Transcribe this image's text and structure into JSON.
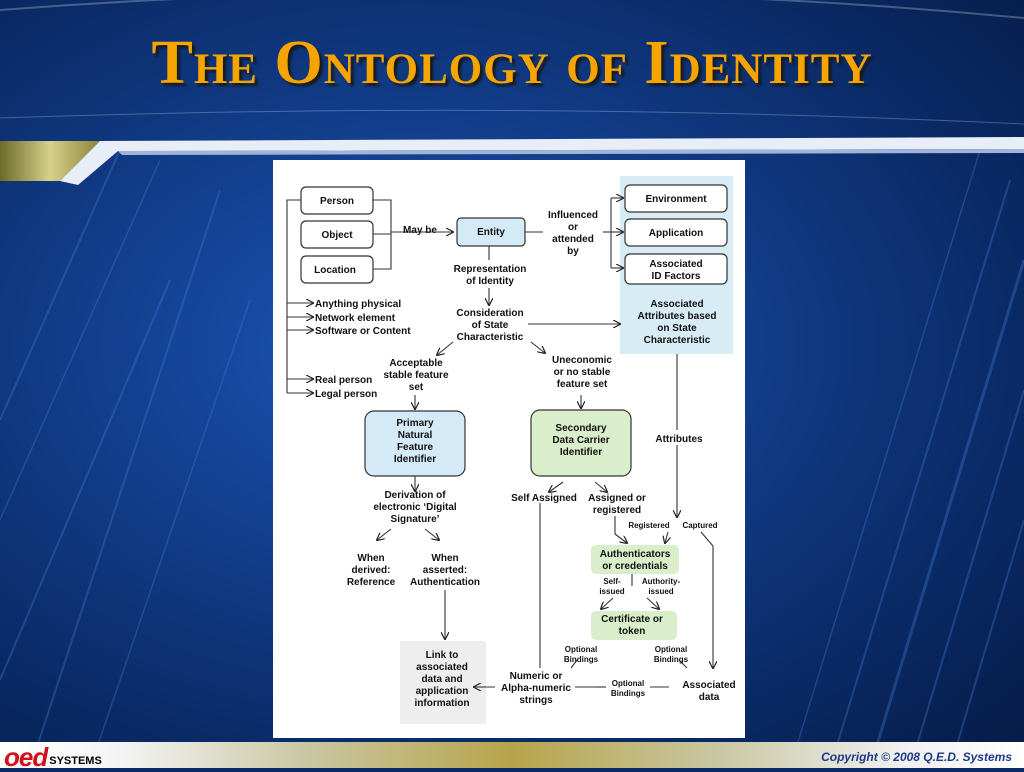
{
  "slide": {
    "title": "The Ontology of Identity",
    "copyright": "Copyright © 2008 Q.E.D. Systems",
    "logo_mark": "oed",
    "logo_word": "SYSTEMS"
  },
  "diagram": {
    "left_boxes": [
      "Person",
      "Object",
      "Location"
    ],
    "may_be": "May be",
    "entity": "Entity",
    "influenced": [
      "Influenced",
      "or",
      "attended",
      "by"
    ],
    "right_boxes": [
      "Environment",
      "Application",
      [
        "Associated",
        "ID Factors"
      ]
    ],
    "representation": [
      "Representation",
      "of Identity"
    ],
    "associated_attributes": [
      "Associated",
      "Attributes based",
      "on State",
      "Characteristic"
    ],
    "object_types": [
      "Anything physical",
      "Network element",
      "Software or Content"
    ],
    "consideration": [
      "Consideration",
      "of State",
      "Characteristic"
    ],
    "acceptable": [
      "Acceptable",
      "stable feature",
      "set"
    ],
    "uneconomic": [
      "Uneconomic",
      "or no stable",
      "feature set"
    ],
    "person_types": [
      "Real person",
      "Legal person"
    ],
    "primary": [
      "Primary",
      "Natural",
      "Feature",
      "Identifier"
    ],
    "secondary": [
      "Secondary",
      "Data Carrier",
      "Identifier"
    ],
    "attributes": "Attributes",
    "derivation": [
      "Derivation of",
      "electronic ‘Digital",
      "Signature’"
    ],
    "self_assigned": "Self Assigned",
    "assigned_registered": [
      "Assigned or",
      "registered"
    ],
    "registered": "Registered",
    "captured": "Captured",
    "authenticators": [
      "Authenticators",
      "or credentials"
    ],
    "when_derived": [
      "When",
      "derived:",
      "Reference"
    ],
    "when_asserted": [
      "When",
      "asserted:",
      "Authentication"
    ],
    "self_issued": [
      "Self-",
      "issued"
    ],
    "authority_issued": [
      "Authority-",
      "issued"
    ],
    "certificate": [
      "Certificate or",
      "token"
    ],
    "link_to": [
      "Link to",
      "associated",
      "data and",
      "application",
      "information"
    ],
    "optional_bindings_1": [
      "Optional",
      "Bindings"
    ],
    "optional_bindings_2": [
      "Optional",
      "Bindings"
    ],
    "optional_bindings_3": [
      "Optional",
      "Bindings"
    ],
    "numeric": [
      "Numeric or",
      "Alpha-numeric",
      "strings"
    ],
    "associated_data": [
      "Associated",
      "data"
    ]
  }
}
